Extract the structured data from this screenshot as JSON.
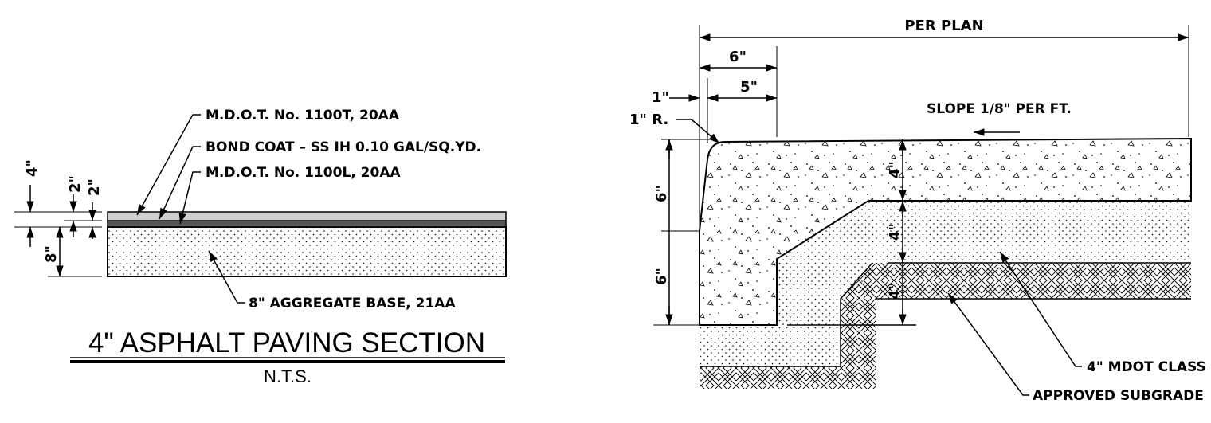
{
  "asphalt_section": {
    "title": "4\" ASPHALT PAVING SECTION",
    "scale_note": "N.T.S.",
    "callouts": {
      "top_course": "M.D.O.T. No. 1100T, 20AA",
      "bond_coat": "BOND COAT – SS IH 0.10 GAL/SQ.YD.",
      "leveling_course": "M.D.O.T. No. 1100L, 20AA",
      "base": "8\" AGGREGATE BASE, 21AA"
    },
    "dimensions": {
      "total_asphalt": "4\"",
      "top_layer": "2\"",
      "bottom_layer": "2\"",
      "base_depth": "8\""
    }
  },
  "curb_section": {
    "dimensions": {
      "overall_width": "PER PLAN",
      "curb_width": "6\"",
      "curb_top": "5\"",
      "curb_batter": "1\"",
      "corner_radius": "1\" R.",
      "curb_reveal": "6\"",
      "curb_below": "6\"",
      "slab_depth": "4\"",
      "base_depth_1": "4\"",
      "base_depth_2": "4\""
    },
    "slope_note": "SLOPE 1/8\" PER FT.",
    "callouts": {
      "base_class": "4\" MDOT CLASS",
      "subgrade": "APPROVED SUBGRADE"
    }
  }
}
